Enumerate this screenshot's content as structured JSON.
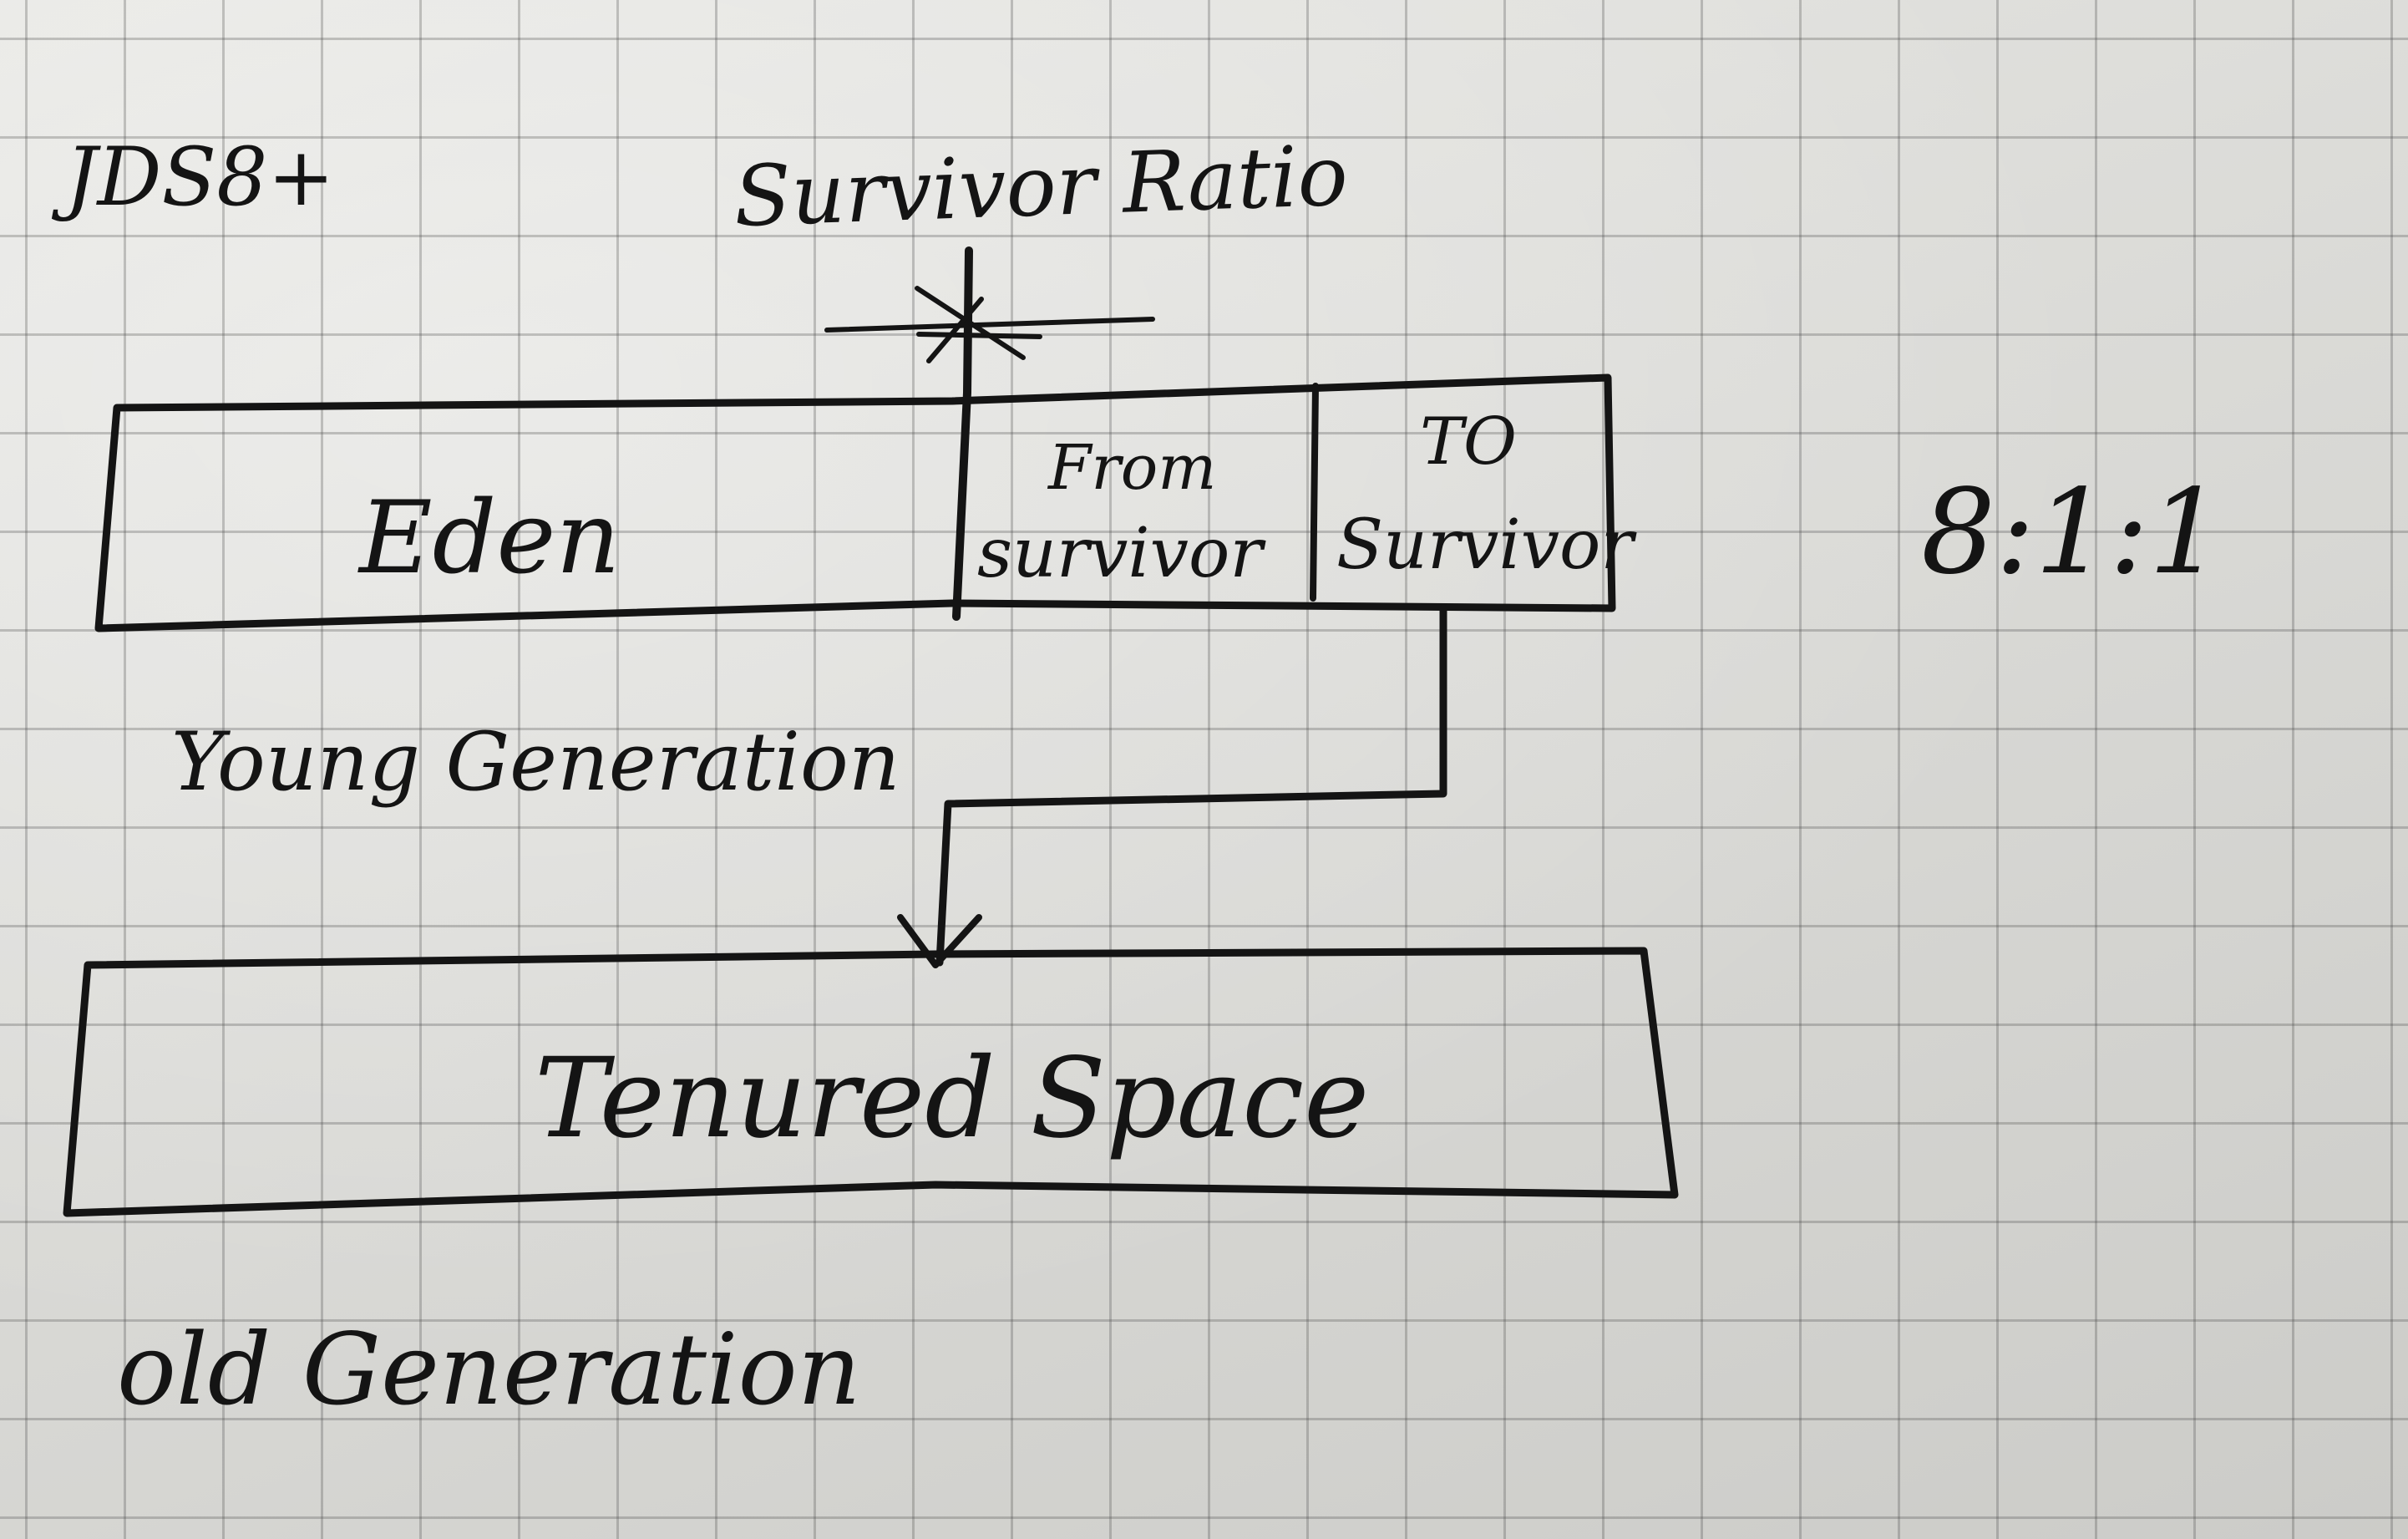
{
  "diagram": {
    "version_note": "JDS8+",
    "survivor_ratio_label": "Survivor Ratio",
    "young_generation": {
      "eden": "Eden",
      "from_survivor": {
        "line1": "From",
        "line2": "survivor"
      },
      "to_survivor": {
        "line1": "TO",
        "line2": "Survivor"
      },
      "label": "Young Generation"
    },
    "ratio": "8:1:1",
    "old_generation": {
      "tenured": "Tenured Space",
      "label": "old Generation"
    }
  }
}
